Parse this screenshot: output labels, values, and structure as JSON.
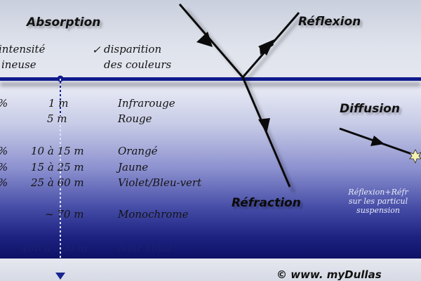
{
  "absorption": {
    "title": "Absorption",
    "intensity_col": [
      "intensité",
      "ineuse"
    ],
    "disappear_col": [
      "disparition",
      "des couleurs"
    ],
    "rows": [
      {
        "pct": "%",
        "depth": "1 m",
        "color": "Infrarouge"
      },
      {
        "pct": "",
        "depth": "5 m",
        "color": "Rouge"
      },
      {
        "pct": "%",
        "depth": "10 à 15 m",
        "color": "Orangé"
      },
      {
        "pct": "%",
        "depth": "15 à 25 m",
        "color": "Jaune"
      },
      {
        "pct": "%",
        "depth": "25 à 60 m",
        "color": "Violet/Bleu-vert"
      },
      {
        "pct": "",
        "depth": "~ 70 m",
        "color": "Monochrome"
      },
      {
        "pct": "",
        "depth": "400 à 500 m",
        "color": "Noir Total"
      }
    ]
  },
  "reflexion": {
    "title": "Réflexion"
  },
  "refraction": {
    "title": "Réfraction"
  },
  "diffusion": {
    "title": "Diffusion",
    "note": [
      "Réflexion+Réfr",
      "sur les particul",
      "suspension"
    ]
  },
  "copyright": "© www. myDullas"
}
